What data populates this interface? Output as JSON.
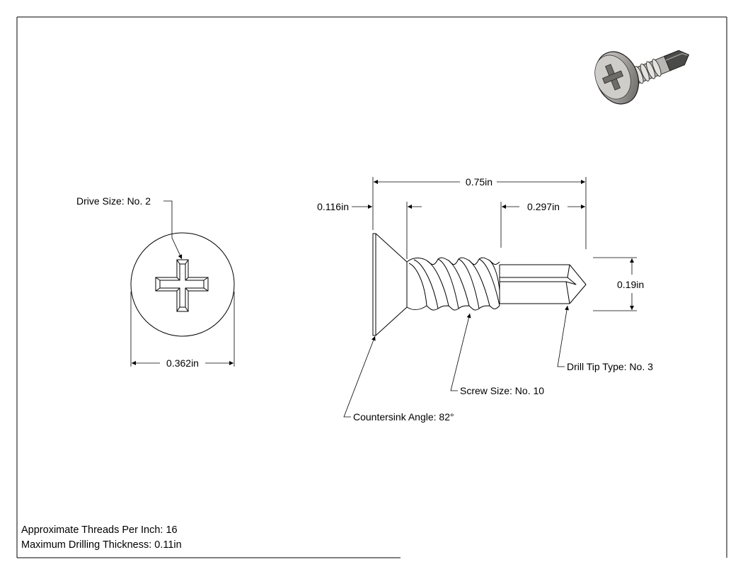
{
  "drawing": {
    "labels": {
      "drive_size": "Drive Size: No. 2",
      "head_diameter": "0.362in",
      "overall_length": "0.75in",
      "head_height": "0.116in",
      "drill_point_length": "0.297in",
      "shank_diameter": "0.19in",
      "drill_tip_type": "Drill Tip Type: No. 3",
      "screw_size": "Screw Size: No. 10",
      "countersink_angle": "Countersink Angle: 82°"
    },
    "notes": [
      "Approximate Threads Per Inch: 16",
      "Maximum Drilling Thickness: 0.11in"
    ]
  }
}
